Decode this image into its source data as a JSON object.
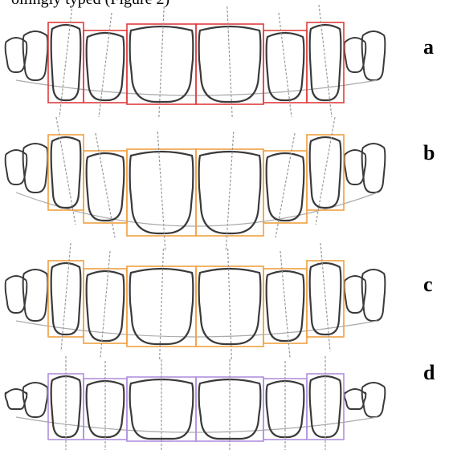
{
  "caption_fragment": "ollingly typed (Figure 2)",
  "panels": [
    {
      "label": "a",
      "frame_color": "#e03c3c"
    },
    {
      "label": "b",
      "frame_color": "#f0a040"
    },
    {
      "label": "c",
      "frame_color": "#f0a040"
    },
    {
      "label": "d",
      "frame_color": "#b090dd"
    }
  ],
  "colors": {
    "tooth_outline": "#3a3a3a",
    "axis_line": "#999999",
    "curve_line": "#aaaaaa"
  }
}
